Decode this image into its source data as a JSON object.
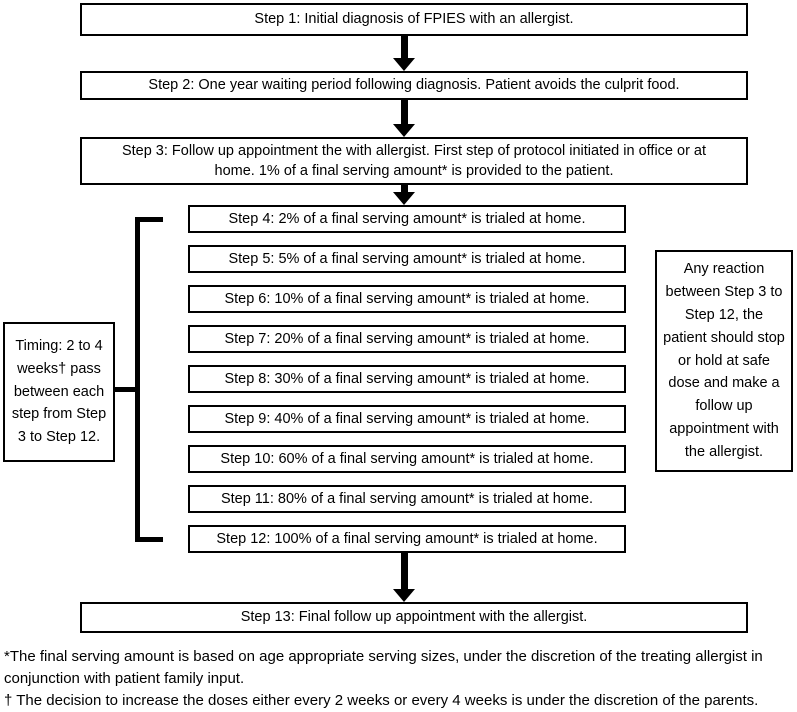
{
  "steps": {
    "step_1": "Step 1: Initial diagnosis of FPIES with an allergist.",
    "step_2": "Step 2: One year waiting period following diagnosis. Patient avoids the culprit food.",
    "step_3": "Step 3: Follow up appointment the with allergist. First step of protocol initiated in office or at home. 1% of a final serving amount* is provided to the patient.",
    "home_trials": [
      "Step 4: 2% of a final serving amount* is trialed at home.",
      "Step 5: 5% of a final serving amount* is trialed at home.",
      "Step 6: 10% of a final serving amount* is trialed at home.",
      "Step 7: 20% of a final serving amount* is trialed at home.",
      "Step 8: 30% of a final serving amount* is trialed at home.",
      "Step 9: 40% of a final serving amount* is trialed at home.",
      "Step 10: 60% of a final serving amount* is trialed at home.",
      "Step 11: 80% of a final serving amount* is trialed at home.",
      "Step 12: 100% of a final serving amount* is trialed at home."
    ],
    "step_13": "Step 13: Final follow up appointment with the allergist."
  },
  "annotations": {
    "timing_note": "Timing: 2 to 4 weeks† pass between each step from Step 3 to Step 12.",
    "reaction_note": "Any reaction between Step 3 to Step 12, the patient should stop or hold at safe dose and make a follow up appointment with the allergist."
  },
  "footnotes": {
    "asterisk": "*The final serving amount is based on age appropriate serving sizes, under the discretion of the treating allergist in conjunction with patient family input.",
    "dagger": "† The decision to increase the doses either every 2 weeks or every 4 weeks is under the discretion of the parents."
  },
  "colors": {
    "background": "#ffffff",
    "ink": "#000000"
  }
}
